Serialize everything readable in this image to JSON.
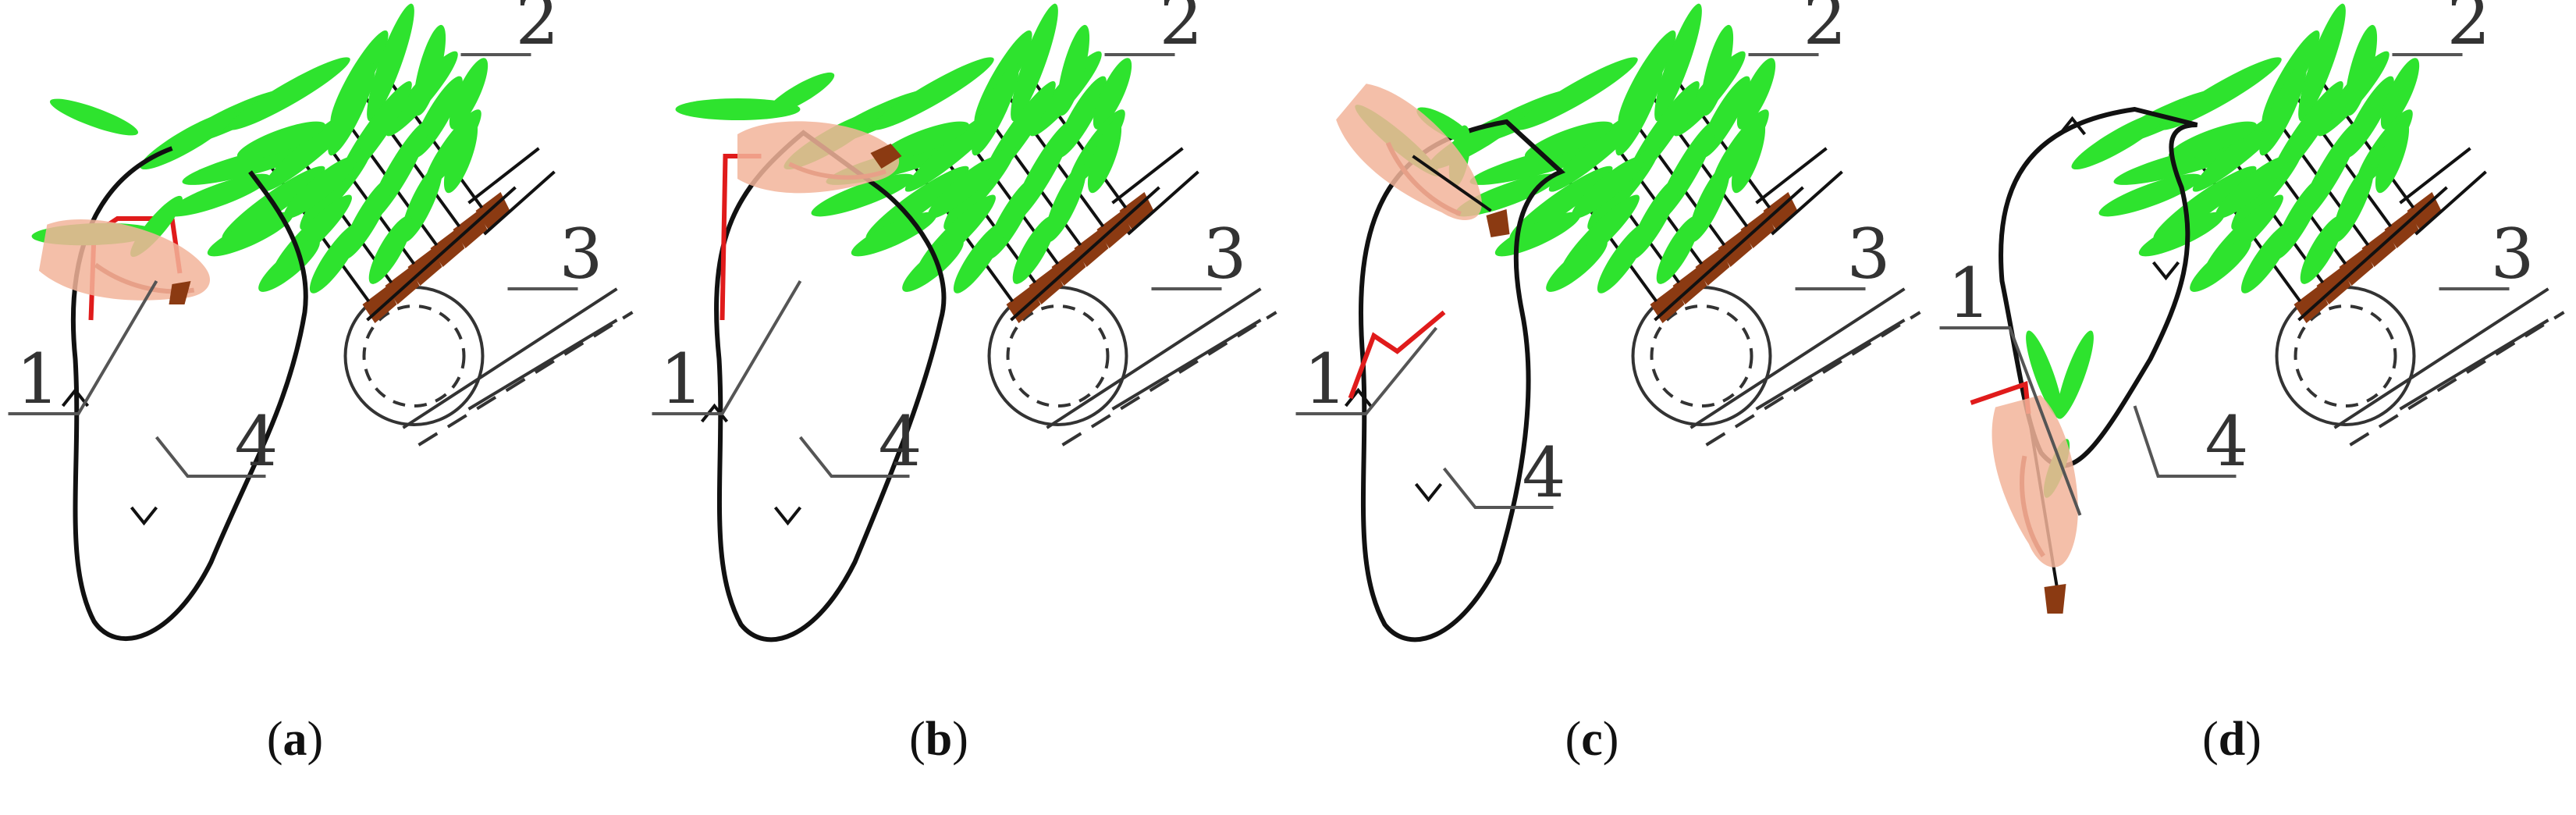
{
  "panels": [
    {
      "id": "a",
      "caption_open": "(",
      "caption_letter": "a",
      "caption_close": ")"
    },
    {
      "id": "b",
      "caption_open": "(",
      "caption_letter": "b",
      "caption_close": ")"
    },
    {
      "id": "c",
      "caption_open": "(",
      "caption_letter": "c",
      "caption_close": ")"
    },
    {
      "id": "d",
      "caption_open": "(",
      "caption_letter": "d",
      "caption_close": ")"
    }
  ],
  "callouts": {
    "label_1": "1",
    "label_2": "2",
    "label_3": "3",
    "label_4": "4"
  },
  "colors": {
    "seedling_leaf": "#2ee32e",
    "soil_block": "#8b3a12",
    "gripper_finger": "#f2b49a",
    "picker_arm": "#e01b1b",
    "trajectory": "#111111",
    "guide_line": "#555555"
  }
}
